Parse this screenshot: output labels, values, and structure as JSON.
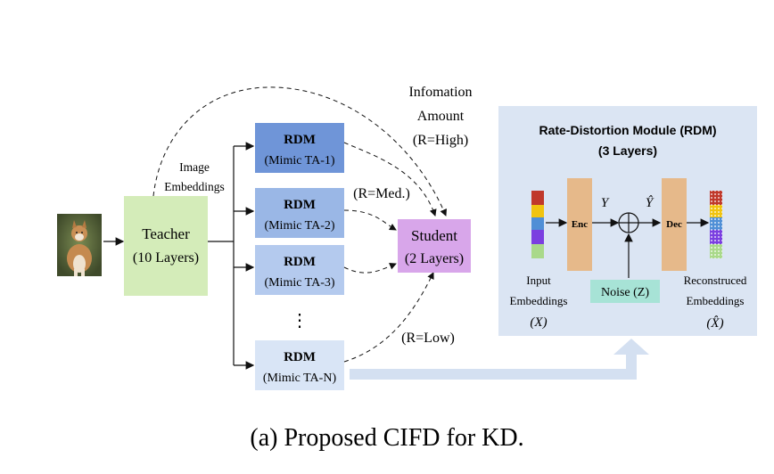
{
  "teacher": {
    "title": "Teacher",
    "subtitle": "(10 Layers)"
  },
  "image_embeddings": {
    "line1": "Image",
    "line2": "Embeddings"
  },
  "info_amount": {
    "line1": "Infomation",
    "line2": "Amount",
    "r_high": "(R=High)"
  },
  "rdm_blocks": [
    {
      "title": "RDM",
      "subtitle": "(Mimic TA-1)"
    },
    {
      "title": "RDM",
      "subtitle": "(Mimic TA-2)"
    },
    {
      "title": "RDM",
      "subtitle": "(Mimic TA-3)"
    },
    {
      "title": "RDM",
      "subtitle": "(Mimic TA-N)"
    }
  ],
  "ellipsis": "⋮",
  "r_med": "(R=Med.)",
  "r_low": "(R=Low)",
  "student": {
    "title": "Student",
    "subtitle": "(2 Layers)"
  },
  "rdm_panel": {
    "title_line1": "Rate-Distortion Module (RDM)",
    "title_line2": "(3 Layers)",
    "enc": "Enc",
    "dec": "Dec",
    "y_label": "Y",
    "yhat_label": "Ŷ",
    "noise": "Noise (Z)",
    "input_label1": "Input",
    "input_label2": "Embeddings",
    "input_label3": "(X)",
    "recon_label1": "Reconstruced",
    "recon_label2": "Embeddings",
    "recon_label3": "(X̂)"
  },
  "caption": "(a) Proposed CIFD for KD.",
  "colors": {
    "teacher": "#d4ecb9",
    "rdm1": "#6f95d8",
    "rdm2": "#9ab7e6",
    "rdm3": "#b4caee",
    "rdmN": "#d9e5f6",
    "student": "#d8a6ea",
    "panel": "#dbe5f3",
    "encdec": "#e6b98a",
    "noise": "#a7e3d6",
    "big_arrow": "#d4e0f1"
  }
}
